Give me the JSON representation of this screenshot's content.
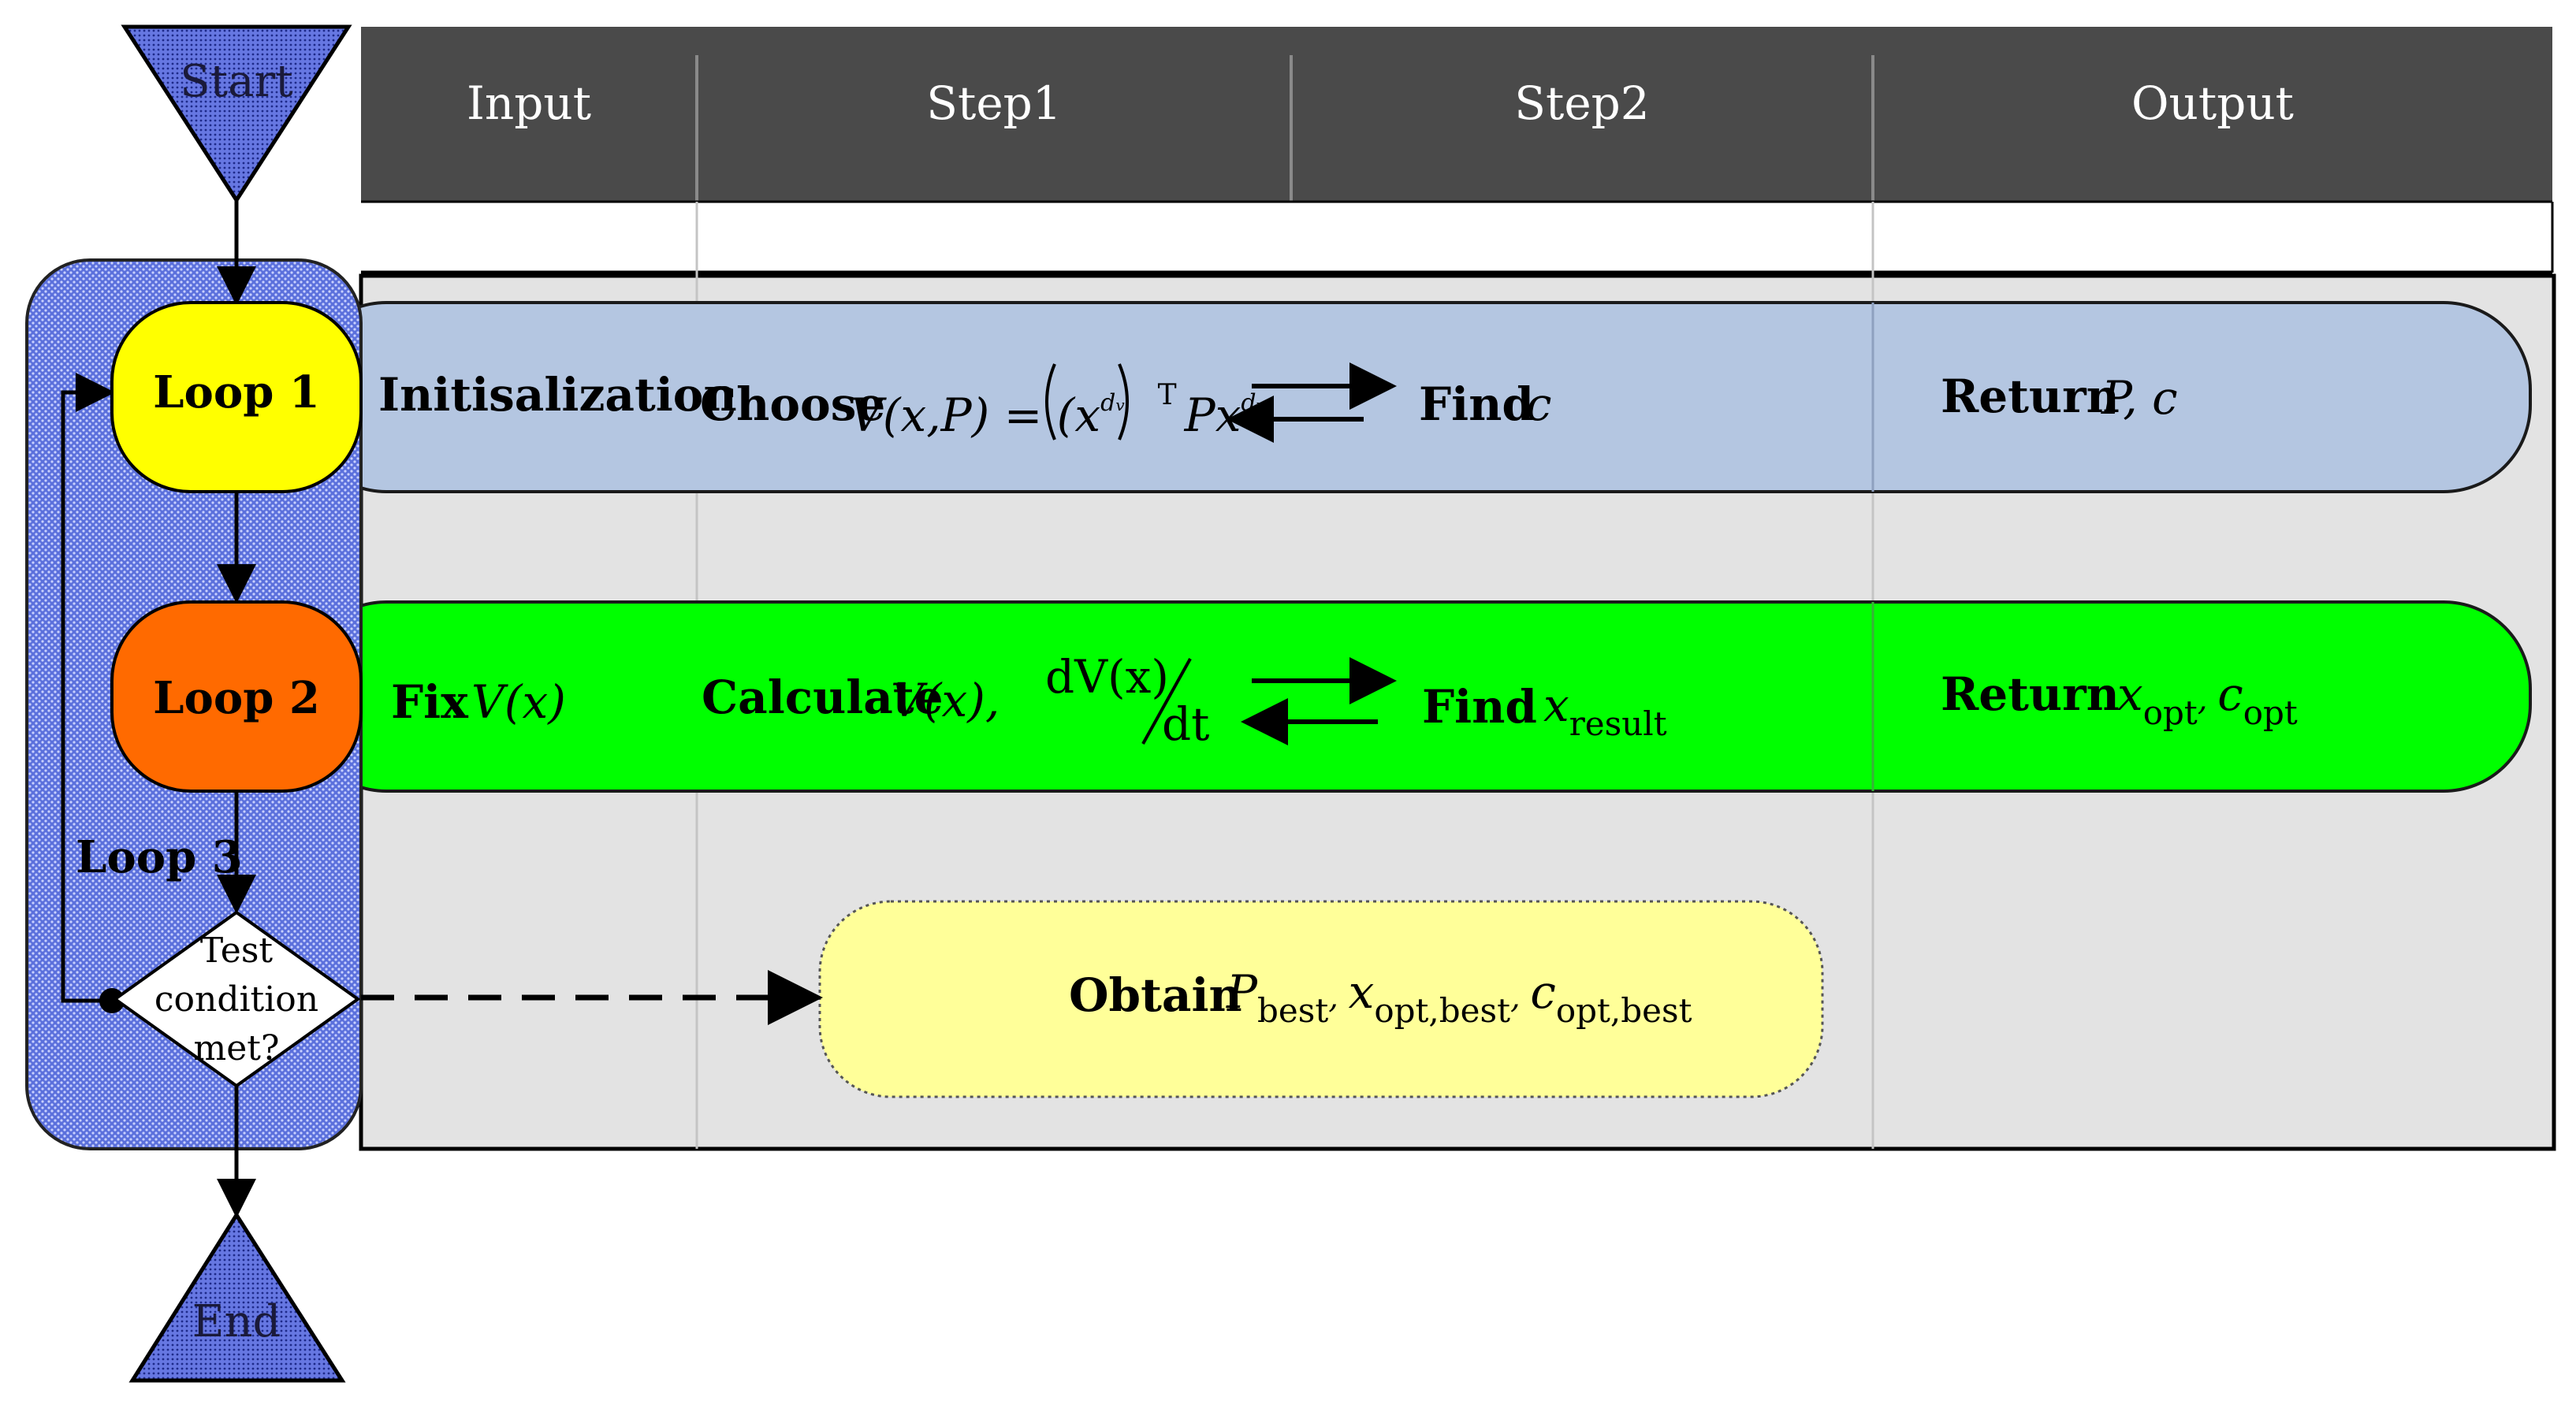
{
  "header": {
    "columns": [
      "Input",
      "Step1",
      "Step2",
      "Output"
    ]
  },
  "flow": {
    "start": "Start",
    "end": "End",
    "loop1": "Loop 1",
    "loop2": "Loop 2",
    "loop3": "Loop 3",
    "decision": "Test condition met?"
  },
  "row1": {
    "input": "Initisalization",
    "step1_word": "Choose",
    "step1_formula": "V(x,P) = (x",
    "step1_exp": "d",
    "step1_exp_sub": "v",
    "step1_T": "T",
    "step1_tail": "Px",
    "step2_word": "Find",
    "step2_var": "c",
    "output_word": "Return",
    "output_vars": "P, c"
  },
  "row2": {
    "input_word": "Fix",
    "input_formula": "V(x)",
    "step1_word": "Calculate",
    "step1_formula": "V(x),",
    "deriv_num": "dV(x)",
    "deriv_den": "dt",
    "step2_word": "Find",
    "step2_var": "x",
    "step2_sub": "result",
    "output_word": "Return",
    "output_var1": "x",
    "output_sub1": "opt",
    "output_var2": "c",
    "output_sub2": "opt"
  },
  "row3": {
    "obtain_word": "Obtain",
    "var1": "P",
    "sub1": "best",
    "var2": "x",
    "sub2": "opt,best",
    "var3": "c",
    "sub3": "opt,best"
  },
  "colors": {
    "header_bg": "#4a4a4a",
    "panel_bg": "#e3e3e3",
    "row1_bg": "#b4c6e1",
    "row2_bg": "#00ff00",
    "obtain_bg": "#ffff99",
    "loop1_fill": "#ffff00",
    "loop2_fill": "#ff6a00",
    "terminal_fill": "#6f7fe0",
    "loop_region_fill": "#5a6fd8"
  }
}
